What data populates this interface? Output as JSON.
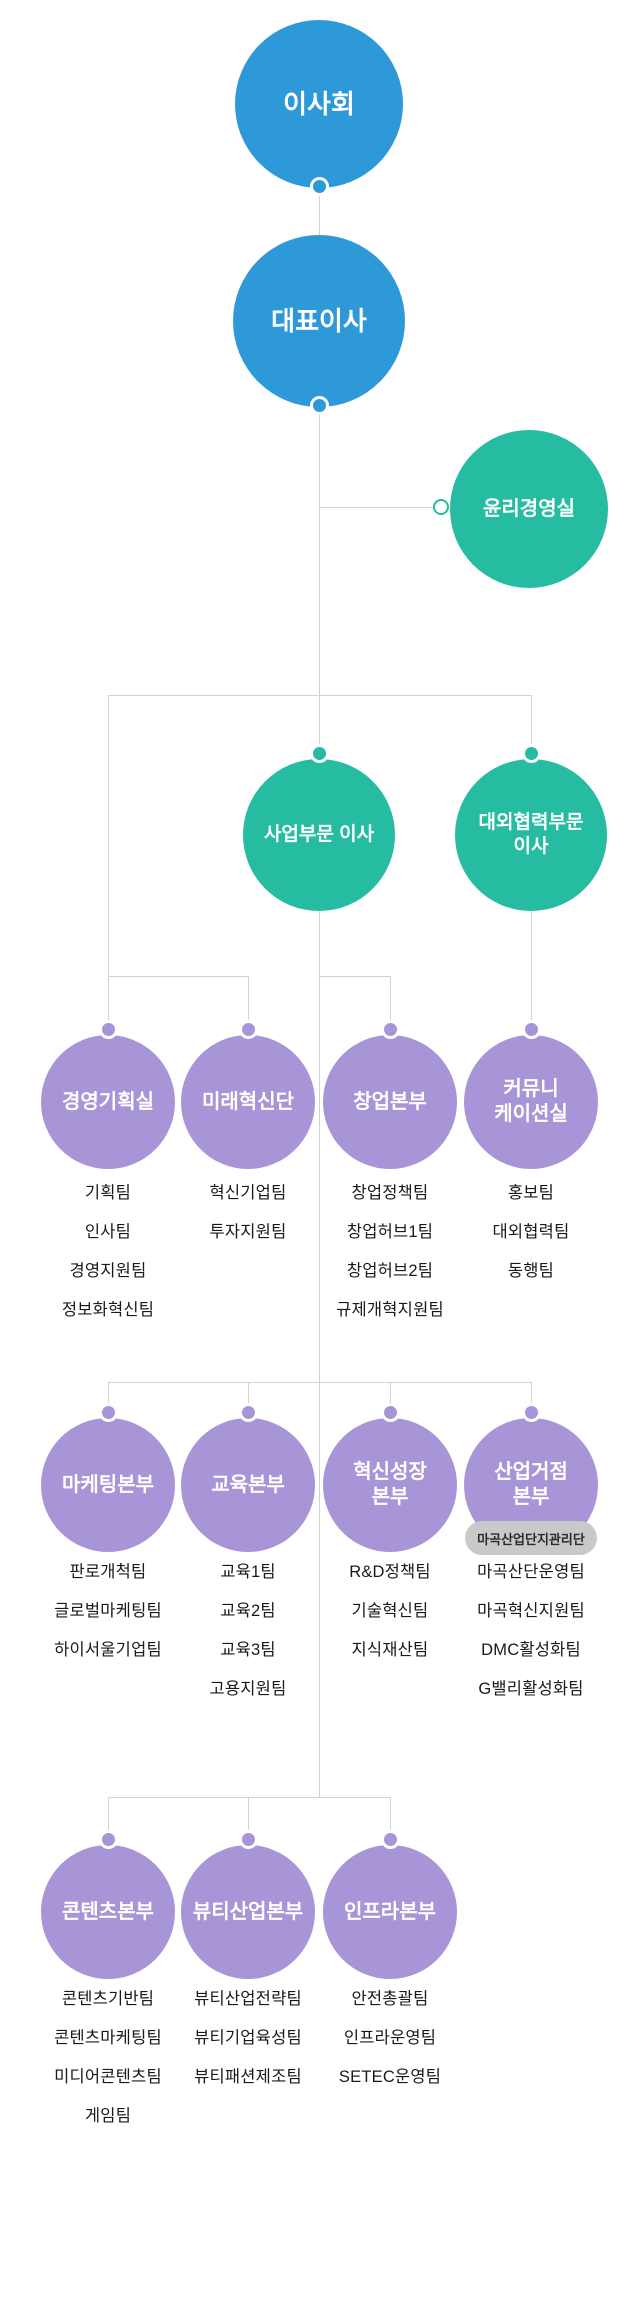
{
  "palette": {
    "blue": "#2e99d9",
    "teal": "#26bca2",
    "purple": "#a795d7",
    "line_gray": "#d2d2d2",
    "team_text": "#191919",
    "badge_bg": "#c9c9c9",
    "badge_text": "#2b2b2b",
    "circle_text": "#ffffff"
  },
  "org": {
    "board": {
      "label": "이사회"
    },
    "ceo": {
      "label": "대표이사"
    },
    "ethics_office": {
      "label": "윤리경영실"
    },
    "directors": [
      {
        "label": "사업부문 이사",
        "lines": [
          "사업부문 이사"
        ]
      },
      {
        "label": "대외협력부문 이사",
        "lines": [
          "대외협력부문",
          "이사"
        ]
      }
    ],
    "department_rows": [
      {
        "departments": [
          {
            "name": "경영기획실",
            "lines": [
              "경영기획실"
            ],
            "teams": [
              "기획팀",
              "인사팀",
              "경영지원팀",
              "정보화혁신팀"
            ]
          },
          {
            "name": "미래혁신단",
            "lines": [
              "미래혁신단"
            ],
            "teams": [
              "혁신기업팀",
              "투자지원팀"
            ]
          },
          {
            "name": "창업본부",
            "lines": [
              "창업본부"
            ],
            "teams": [
              "창업정책팀",
              "창업허브1팀",
              "창업허브2팀",
              "규제개혁지원팀"
            ]
          },
          {
            "name": "커뮤니케이션실",
            "lines": [
              "커뮤니",
              "케이션실"
            ],
            "teams": [
              "홍보팀",
              "대외협력팀",
              "동행팀"
            ]
          }
        ]
      },
      {
        "departments": [
          {
            "name": "마케팅본부",
            "lines": [
              "마케팅본부"
            ],
            "teams": [
              "판로개척팀",
              "글로벌마케팅팀",
              "하이서울기업팀"
            ]
          },
          {
            "name": "교육본부",
            "lines": [
              "교육본부"
            ],
            "teams": [
              "교육1팀",
              "교육2팀",
              "교육3팀",
              "고용지원팀"
            ]
          },
          {
            "name": "혁신성장본부",
            "lines": [
              "혁신성장",
              "본부"
            ],
            "teams": [
              "R&D정책팀",
              "기술혁신팀",
              "지식재산팀"
            ]
          },
          {
            "name": "산업거점본부",
            "lines": [
              "산업거점",
              "본부"
            ],
            "badge": "마곡산업단지관리단",
            "teams": [
              "마곡산단운영팀",
              "마곡혁신지원팀",
              "DMC활성화팀",
              "G밸리활성화팀"
            ]
          }
        ]
      },
      {
        "departments": [
          {
            "name": "콘텐츠본부",
            "lines": [
              "콘텐츠본부"
            ],
            "teams": [
              "콘텐츠기반팀",
              "콘텐츠마케팅팀",
              "미디어콘텐츠팀",
              "게임팀"
            ]
          },
          {
            "name": "뷰티산업본부",
            "lines": [
              "뷰티산업본부"
            ],
            "teams": [
              "뷰티산업전략팀",
              "뷰티기업육성팀",
              "뷰티패션제조팀"
            ]
          },
          {
            "name": "인프라본부",
            "lines": [
              "인프라본부"
            ],
            "teams": [
              "안전총괄팀",
              "인프라운영팀",
              "SETEC운영팀"
            ]
          }
        ]
      }
    ]
  }
}
